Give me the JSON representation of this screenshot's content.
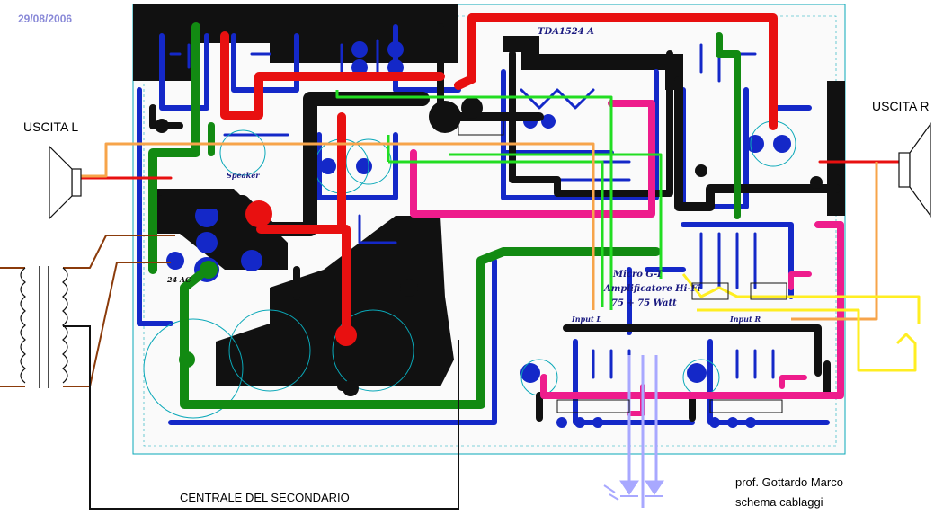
{
  "header": {
    "date": "29/08/2006"
  },
  "outputs": {
    "left": "USCITA  L",
    "right": "USCITA R"
  },
  "transformer": {
    "center_tap": "CENTRALE DEL SECONDARIO"
  },
  "credits": {
    "author": "prof. Gottardo Marco",
    "subtitle": "schema cablaggi"
  },
  "pcb_text": {
    "brand": "Micro G-T",
    "title": "Amplificatore Hi-Fi",
    "power": "75 + 75 Watt",
    "chip": "TDA1524 A",
    "input_l": "Input L",
    "input_r": "Input R",
    "supply": "24 AC",
    "speaker": "Speaker"
  },
  "colors": {
    "board_blue": "#1428c8",
    "ground": "#111111",
    "positive": "#e81010",
    "green_bus": "#128a12",
    "magenta": "#ee1c8c",
    "signal_green": "#22dd22",
    "orange": "#f7a44a",
    "yellow": "#ffee22",
    "brown": "#8b3b0b",
    "lavender": "#a8a8ff"
  }
}
